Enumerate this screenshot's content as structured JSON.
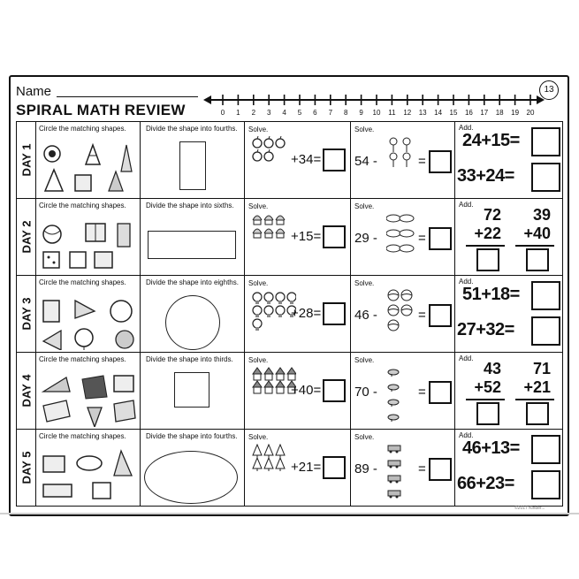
{
  "header": {
    "name_label": "Name",
    "title": "SPIRAL MATH REVIEW",
    "page_number": "13",
    "number_line": [
      "0",
      "1",
      "2",
      "3",
      "4",
      "5",
      "6",
      "7",
      "8",
      "9",
      "10",
      "11",
      "12",
      "13",
      "14",
      "15",
      "16",
      "17",
      "18",
      "19",
      "20"
    ]
  },
  "days": [
    {
      "day": "DAY 1",
      "match": "Circle the matching shapes.",
      "divide": "Divide the shape into fourths.",
      "solve1_label": "Solve.",
      "solve1_eq": "+34=",
      "solve2_label": "Solve.",
      "solve2_eq": "54 -",
      "solve2_eq_end": "=",
      "add_label": "Add.",
      "add_type": "horizontal",
      "add_eq1": "24+15=",
      "add_eq2": "33+24="
    },
    {
      "day": "DAY 2",
      "match": "Circle the matching shapes.",
      "divide": "Divide the shape into sixths.",
      "solve1_label": "Solve.",
      "solve1_eq": "+15=",
      "solve2_label": "Solve.",
      "solve2_eq": "29 -",
      "solve2_eq_end": "=",
      "add_label": "Add.",
      "add_type": "vertical",
      "v1_top": "72",
      "v1_bot": "+22",
      "v2_top": "39",
      "v2_bot": "+40"
    },
    {
      "day": "DAY 3",
      "match": "Circle the matching shapes.",
      "divide": "Divide the shape into eighths.",
      "solve1_label": "Solve.",
      "solve1_eq": "+28=",
      "solve2_label": "Solve.",
      "solve2_eq": "46 -",
      "solve2_eq_end": "=",
      "add_label": "Add.",
      "add_type": "horizontal",
      "add_eq1": "51+18=",
      "add_eq2": "27+32="
    },
    {
      "day": "DAY 4",
      "match": "Circle the matching shapes.",
      "divide": "Divide the shape into thirds.",
      "solve1_label": "Solve.",
      "solve1_eq": "+40=",
      "solve2_label": "Solve.",
      "solve2_eq": "70 -",
      "solve2_eq_end": "=",
      "add_label": "Add.",
      "add_type": "vertical",
      "v1_top": "43",
      "v1_bot": "+52",
      "v2_top": "71",
      "v2_bot": "+21"
    },
    {
      "day": "DAY 5",
      "match": "Circle the matching shapes.",
      "divide": "Divide the shape into fourths.",
      "solve1_label": "Solve.",
      "solve1_eq": "+21=",
      "solve2_label": "Solve.",
      "solve2_eq": "89 -",
      "solve2_eq_end": "=",
      "add_label": "Add.",
      "add_type": "horizontal",
      "add_eq1": "46+13=",
      "add_eq2": "66+23="
    }
  ],
  "credit": "©2017 Kinder..."
}
